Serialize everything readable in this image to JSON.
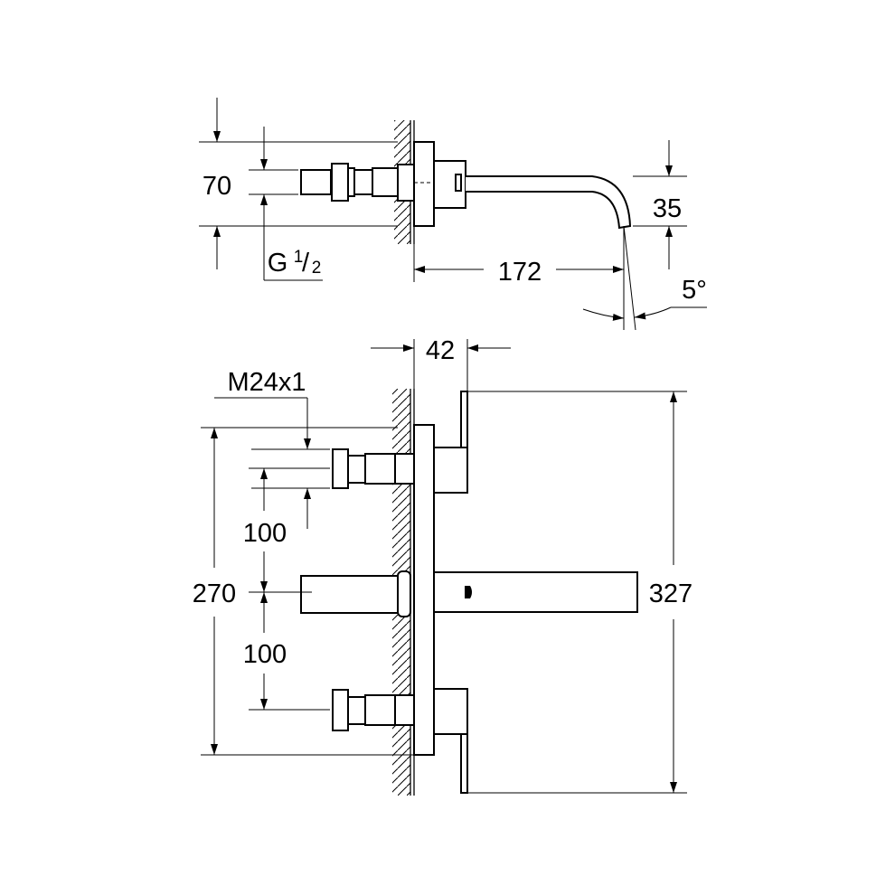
{
  "side_view": {
    "height_label": "70",
    "thread_label": "G",
    "thread_num": "1",
    "thread_den": "2",
    "drop_label": "35",
    "reach_label": "172",
    "angle_label": "5°"
  },
  "front_view": {
    "depth_label": "42",
    "thread_label": "M24x1",
    "spacing_top_label": "100",
    "spacing_bottom_label": "100",
    "total_inlet_label": "270",
    "total_height_label": "327"
  },
  "colors": {
    "line": "#000000",
    "background": "#ffffff"
  }
}
